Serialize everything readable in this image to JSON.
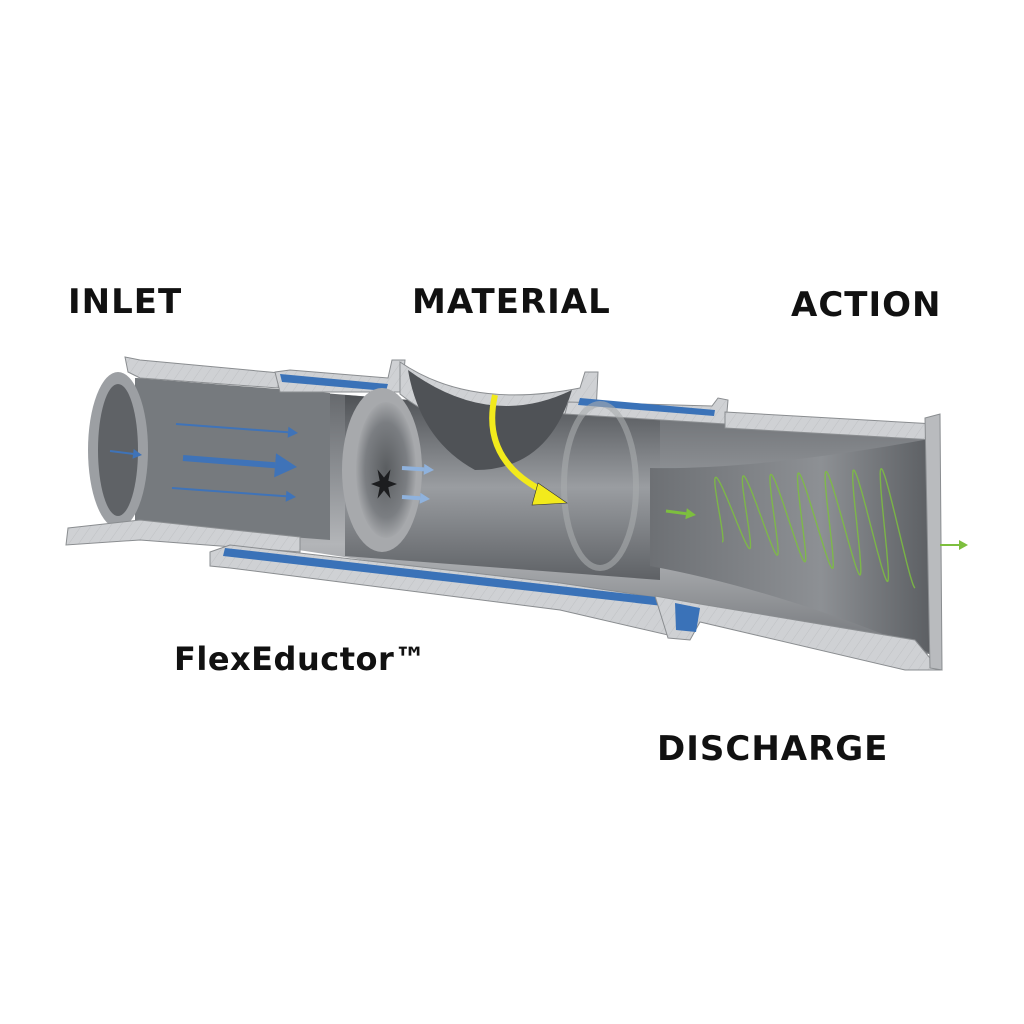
{
  "labels": {
    "inlet": "INLET",
    "material": "MATERIAL",
    "action": "ACTION",
    "product": "FlexEductor™",
    "discharge": "DISCHARGE"
  },
  "colors": {
    "inlet_flow": "#3f73b8",
    "material_flow": "#f2ea1c",
    "discharge_flow": "#7dbf3e",
    "housing": "#8f9296",
    "section_cut": "#cfd1d4",
    "seal_band": "#3a72b8"
  },
  "icons": {
    "inlet_arrow": "arrow-right",
    "material_arrow": "curved-arrow",
    "discharge_arrow": "arrow-right",
    "vortex": "helix-spiral",
    "nozzle": "star-nozzle"
  }
}
